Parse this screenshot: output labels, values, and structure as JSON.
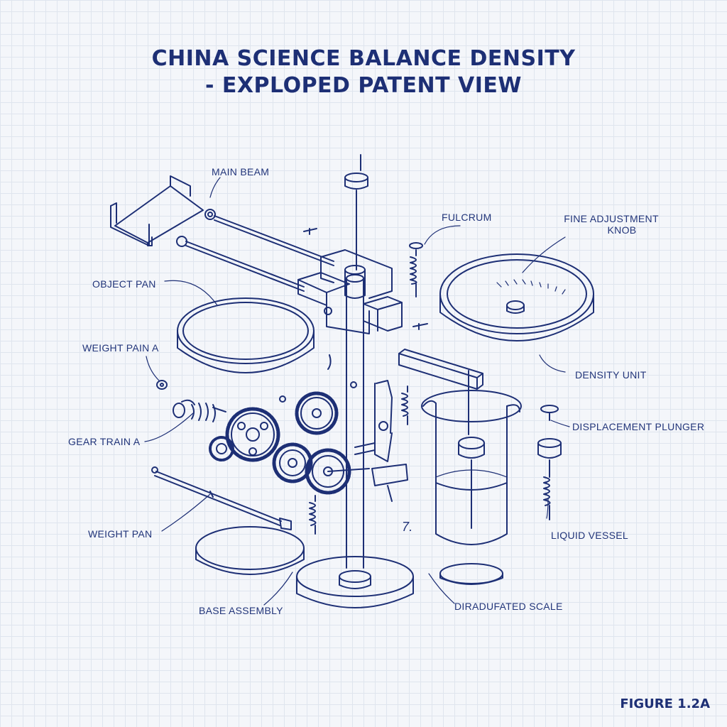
{
  "title": {
    "line1": "CHINA SCIENCE BALANCE DENSITY",
    "line2": "- EXPLOPED PATENT VIEW"
  },
  "labels": {
    "main_beam": "MAIN BEAM",
    "fulcrum": "FULCRUM",
    "fine_adjustment_line1": "FINE ADJUSTMENT",
    "fine_adjustment_line2": "KNOB",
    "object_pan": "OBJECT PAN",
    "weight_pain_a": "WEIGHT PAIN A",
    "density_unit": "DENSITY UNIT",
    "displacement_plunger": "DISPLACEMENT PLUNGER",
    "gear_train_a": "GEAR TRAIN A",
    "weight_pan": "WEIGHT PAN",
    "liquid_vessel": "LIQUID VESSEL",
    "base_assembly": "BASE ASSEMBLY",
    "diradufated_scale": "DIRADUFATED SCALE",
    "stray_mark": "7."
  },
  "figure_label": "FIGURE 1.2A",
  "colors": {
    "ink": "#1d2f75",
    "grid": "#dfe5ee",
    "paper": "#f4f6fa"
  }
}
